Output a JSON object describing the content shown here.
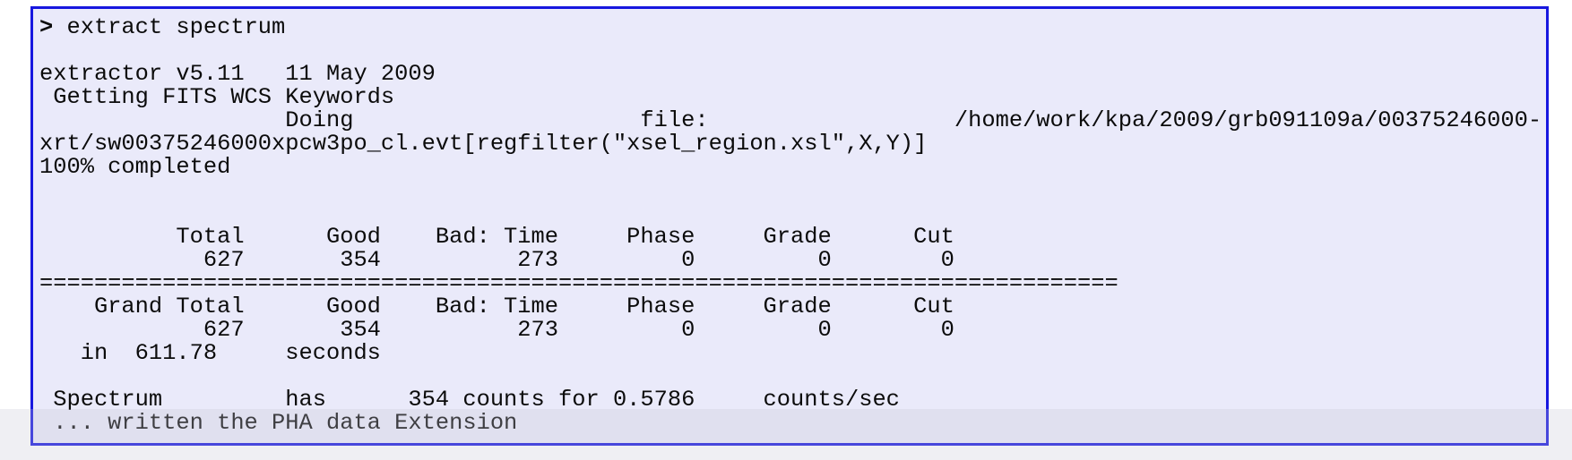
{
  "theme": {
    "border_color": "#1717df",
    "terminal_bg": "#eaeafa",
    "page_bg": "#ffffff",
    "text_color": "#0b0b0b"
  },
  "terminal": {
    "prompt": ">",
    "command": " extract spectrum",
    "output_lines": [
      "",
      "",
      "extractor v5.11   11 May 2009",
      " Getting FITS WCS Keywords",
      "                  Doing                     file:                  /home/work/kpa/2009/grb091109a/00375246000-",
      "xrt/sw00375246000xpcw3po_cl.evt[regfilter(\"xsel_region.xsl\",X,Y)]",
      "100% completed",
      "",
      "",
      "          Total      Good    Bad: Time     Phase     Grade      Cut",
      "            627       354          273         0         0        0",
      "===============================================================================",
      "    Grand Total      Good    Bad: Time     Phase     Grade      Cut",
      "            627       354          273         0         0        0",
      "   in  611.78     seconds",
      "",
      " Spectrum         has      354 counts for 0.5786     counts/sec",
      " ... written the PHA data Extension"
    ]
  },
  "extractor": {
    "program_version": "extractor v5.11",
    "build_date": "11 May 2009",
    "status": "100% completed",
    "wcs_message": "Getting FITS WCS Keywords",
    "input_file": "/home/work/kpa/2009/grb091109a/00375246000-xrt/sw00375246000xpcw3po_cl.evt[regfilter(\"xsel_region.xsl\",X,Y)]",
    "counts_table": {
      "headers": [
        "Total",
        "Good",
        "Bad: Time",
        "Phase",
        "Grade",
        "Cut"
      ],
      "row": [
        627,
        354,
        273,
        0,
        0,
        0
      ],
      "grand_total_headers": [
        "Grand Total",
        "Good",
        "Bad: Time",
        "Phase",
        "Grade",
        "Cut"
      ],
      "grand_total_row": [
        627,
        354,
        273,
        0,
        0,
        0
      ]
    },
    "exposure_seconds": 611.78,
    "exposure_units": "seconds",
    "spectrum_counts": 354,
    "spectrum_rate": 0.5786,
    "rate_units": "counts/sec",
    "final_message": "... written the PHA data Extension"
  }
}
